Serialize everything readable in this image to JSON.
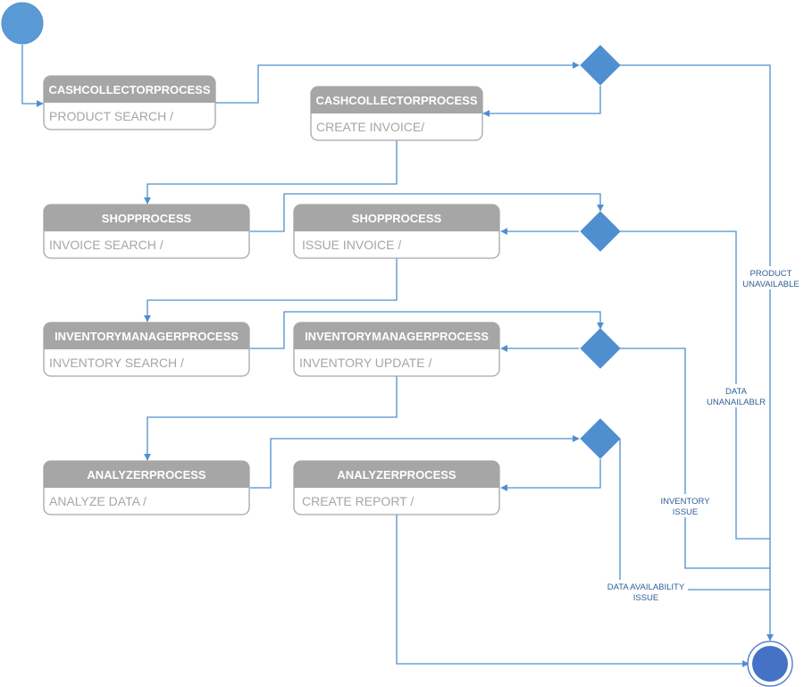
{
  "states": [
    {
      "title": "CASHCOLLECTORPROCESS",
      "action": "PRODUCT SEARCH /"
    },
    {
      "title": "CASHCOLLECTORPROCESS",
      "action": "CREATE INVOICE/"
    },
    {
      "title": "SHOPPROCESS",
      "action": "INVOICE SEARCH /"
    },
    {
      "title": "SHOPPROCESS",
      "action": "ISSUE INVOICE /"
    },
    {
      "title": "INVENTORYMANAGERPROCESS",
      "action": "INVENTORY SEARCH /"
    },
    {
      "title": "INVENTORYMANAGERPROCESS",
      "action": "INVENTORY UPDATE /"
    },
    {
      "title": "ANALYZERPROCESS",
      "action": "ANALYZE DATA /"
    },
    {
      "title": "ANALYZERPROCESS",
      "action": "CREATE REPORT /"
    }
  ],
  "guards": {
    "product_1": "PRODUCT",
    "product_2": "UNAVAILABLE",
    "data_1": "DATA",
    "data_2": "UNANAILABLR",
    "inventory_1": "INVENTORY",
    "inventory_2": "ISSUE",
    "availability_1": "DATA AVAILABILITY",
    "availability_2": "ISSUE"
  },
  "colors": {
    "connector": "#4f8fd0",
    "state_header": "#a6a6a6",
    "state_text": "#ffffff",
    "action_text": "#a6a6a6",
    "guard_text": "#2e5f95",
    "start_node": "#5b9bd5",
    "end_node": "#4472c4"
  }
}
